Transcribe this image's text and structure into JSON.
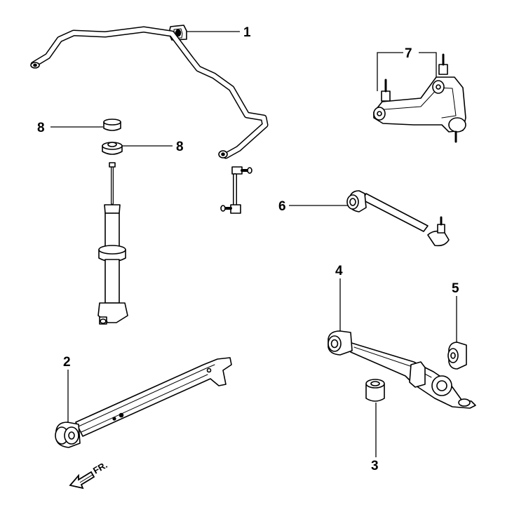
{
  "callouts": {
    "c1": "1",
    "c2": "2",
    "c3": "3",
    "c4": "4",
    "c5": "5",
    "c6": "6",
    "c7": "7",
    "c8a": "8",
    "c8b": "8"
  },
  "direction_indicator": {
    "label": "FR.",
    "icon": "front-arrow-icon"
  },
  "colors": {
    "line": "#000000",
    "background": "#ffffff"
  }
}
